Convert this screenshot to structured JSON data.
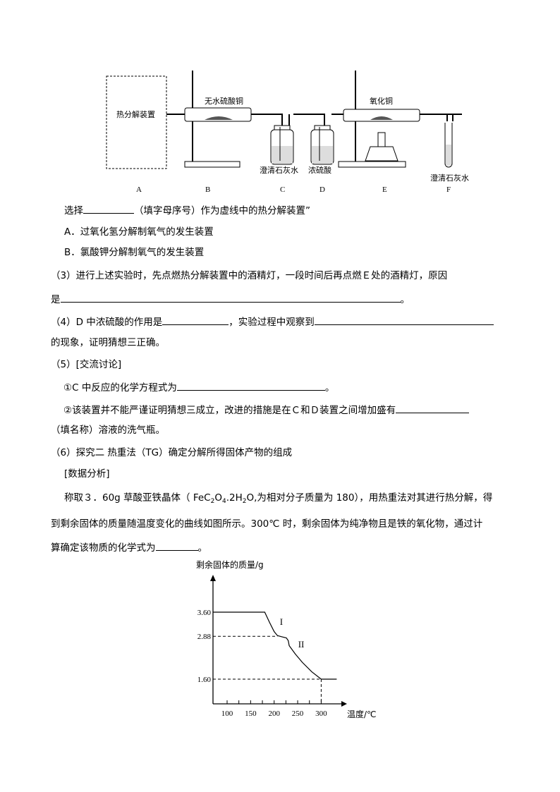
{
  "diagram": {
    "box_label": "热分解装置",
    "b_label": "无水硫酸铜",
    "c_label": "澄清石灰水",
    "d_label": "浓硫酸",
    "e_label": "氧化铜",
    "f_label": "澄清石灰水",
    "letters": [
      "A",
      "B",
      "C",
      "D",
      "E",
      "F"
    ]
  },
  "questions": {
    "select_pre": "选择",
    "select_post": "（填字母序号）作为虚线中的热分解装置”",
    "option_a": "A．过氧化氢分解制氧气的发生装置",
    "option_b": "B．氯酸钾分解制氧气的发生装置",
    "q3_line1": "（3）进行上述实验时，先点燃热分解装置中的酒精灯，一段时间后再点燃Ｅ处的酒精灯，原因",
    "q3_pre": "是",
    "q3_post": "。",
    "q4_pre": "（4）D 中浓硫酸的作用是",
    "q4_mid": "，实验过程中观察到",
    "q4_line2": "的现象，证明猜想三正确。",
    "q5_title": "（5）[交流讨论]",
    "q5_1_pre": "①C 中反应的化学方程式为",
    "q5_1_post": "。",
    "q5_2_pre": "②该装置并不能严谨证明猜想三成立，改进的措施是在Ｃ和Ｄ装置之间增加盛有",
    "q5_2_line2": "（填名称）溶液的洗气瓶。",
    "q6_title": "（6）探究二 热重法（TG）确定分解所得固体产物的组成",
    "data_analysis": "[数据分析]",
    "p1_a": "称取３．60g 草酸亚铁晶体（ FeC",
    "p1_sub1": "2",
    "p1_b": "O",
    "p1_sub2": "4",
    "p1_c": ".2H",
    "p1_sub3": "2",
    "p1_d": "O,为相对分子质量为 180），用热重法对其进行热分解，得",
    "p2": "到剩余固体的质量随温度变化的曲线如图所示。300℃ 时，剩余固体为纯净物且是铁的氧化物，通过计",
    "p3_pre": "算确定该物质的化学式为",
    "p3_post": "。"
  },
  "chart_data": {
    "type": "line",
    "ylabel": "剩余固体的质量/g",
    "xlabel": "温度/℃",
    "x_ticks": [
      100,
      150,
      200,
      250,
      300
    ],
    "x_minor_ticks": [
      125,
      175,
      225,
      275
    ],
    "y_ticks": [
      "3.60",
      "2.88",
      "1.60"
    ],
    "y_tick_values": [
      3.6,
      2.88,
      1.6
    ],
    "xlim": [
      70,
      350
    ],
    "ylim": [
      0.86,
      4.5
    ],
    "grid": false,
    "points": [
      [
        70,
        3.6
      ],
      [
        180,
        3.6
      ],
      [
        190,
        3.3
      ],
      [
        200,
        3.02
      ],
      [
        207,
        2.9
      ],
      [
        215,
        2.87
      ],
      [
        226,
        2.83
      ],
      [
        230,
        2.75
      ],
      [
        232,
        2.6
      ],
      [
        245,
        2.35
      ],
      [
        260,
        2.1
      ],
      [
        280,
        1.82
      ],
      [
        300,
        1.6
      ],
      [
        333,
        1.6
      ]
    ],
    "guides": [
      {
        "y": 2.88,
        "x_end": 207
      },
      {
        "y": 1.6,
        "x_end": 300
      },
      {
        "x": 300,
        "y_end": 1.6
      }
    ],
    "annotations": [
      {
        "text": "I",
        "x": 212,
        "y": 3.22
      },
      {
        "text": "II",
        "x": 251,
        "y": 2.55
      }
    ]
  }
}
